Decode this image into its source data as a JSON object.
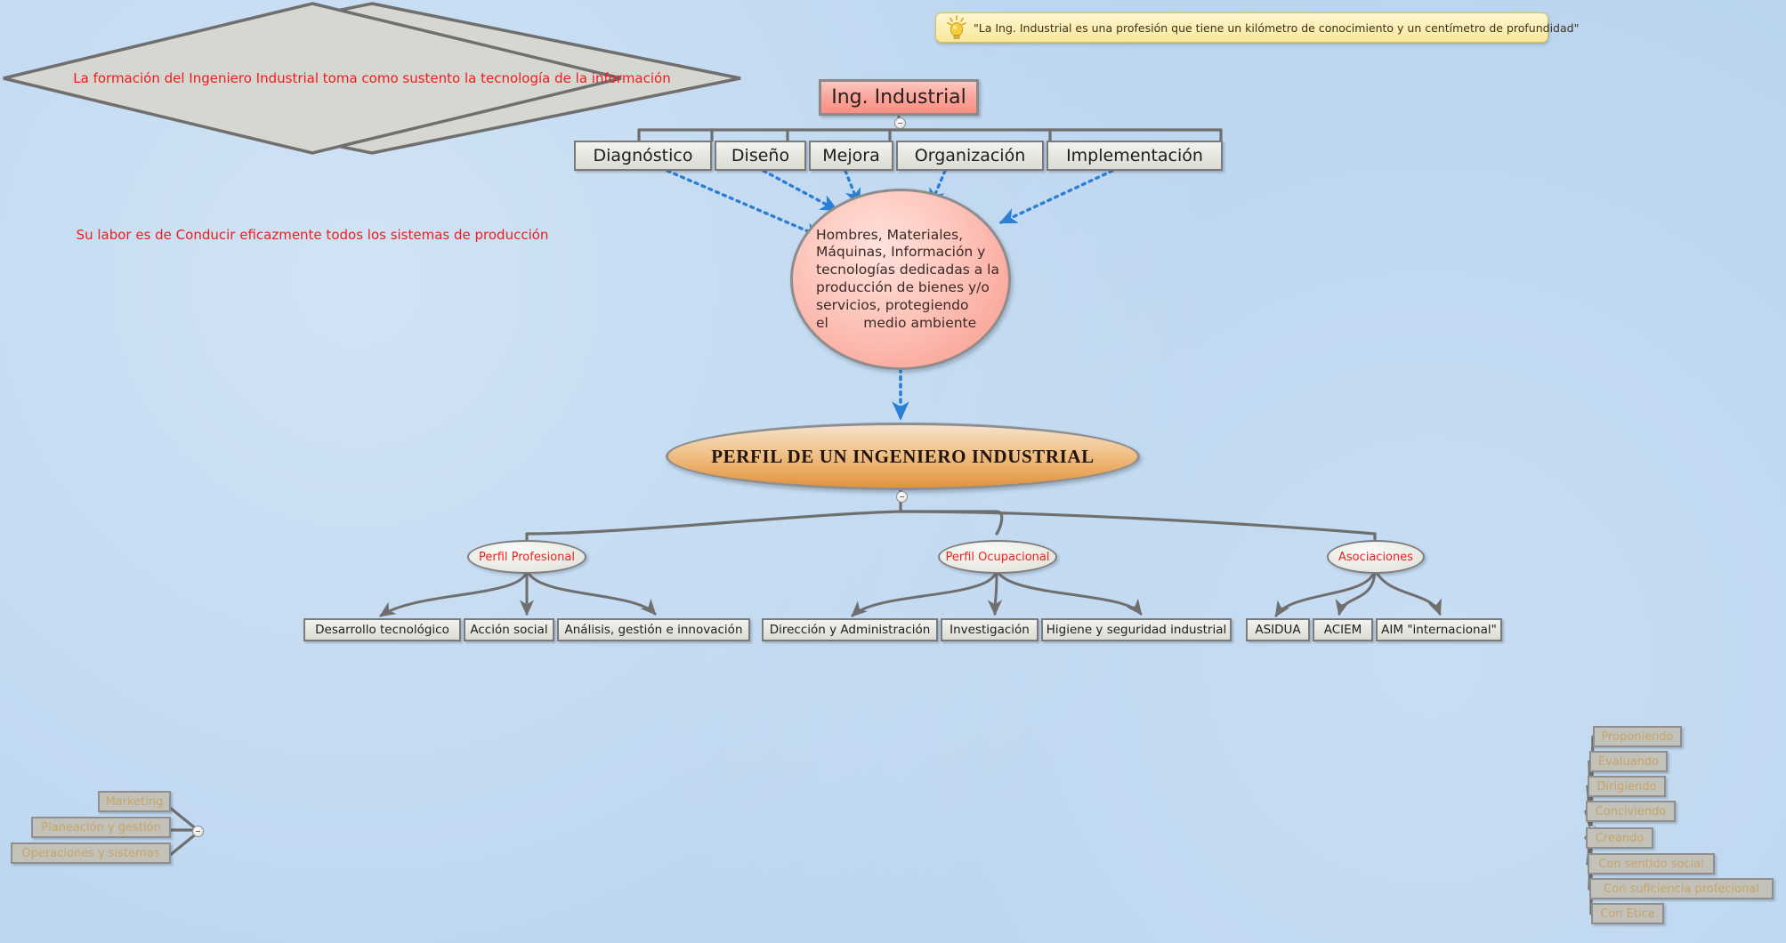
{
  "note": {
    "icon": "lightbulb-icon",
    "text": "\"La Ing. Industrial es una profesión que tiene un kilómetro de conocimiento y un centímetro de profundidad\""
  },
  "root": {
    "label": "Ing. Industrial"
  },
  "phases": [
    {
      "label": "Diagnóstico"
    },
    {
      "label": "Diseño"
    },
    {
      "label": "Mejora"
    },
    {
      "label": "Organización"
    },
    {
      "label": "Implementación"
    }
  ],
  "definition": {
    "lines": [
      "Hombres, Materiales,",
      "Máquinas, Información y",
      "tecnologías dedicadas a la",
      "producción de bienes y/o",
      "servicios, protegiendo",
      "el        medio ambiente"
    ]
  },
  "profile": {
    "label": "PERFIL DE UN INGENIERO INDUSTRIAL"
  },
  "branches": [
    {
      "label": "Perfil Profesional",
      "children": [
        {
          "label": "Desarrollo tecnológico"
        },
        {
          "label": "Acción social"
        },
        {
          "label": "Análisis, gestión e innovación"
        }
      ]
    },
    {
      "label": "Perfil Ocupacional",
      "children": [
        {
          "label": "Dirección y Administración"
        },
        {
          "label": "Investigación"
        },
        {
          "label": "Higiene y seguridad industrial"
        }
      ]
    },
    {
      "label": "Asociaciones",
      "children": [
        {
          "label": "ASIDUA"
        },
        {
          "label": "ACIEM"
        },
        {
          "label": "AIM  \"internacional\""
        }
      ]
    }
  ],
  "left_statement": {
    "text": "La formación del Ingeniero Industrial toma como sustento la tecnología de la información",
    "labels": [
      {
        "label": "Marketing"
      },
      {
        "label": "Planeación y gestión"
      },
      {
        "label": "Operaciones y sistemas"
      }
    ]
  },
  "right_statement": {
    "text": "Su labor es de Conducir eficazmente todos los sistemas de producción",
    "labels": [
      {
        "label": "Proponiendo"
      },
      {
        "label": "Evaluando"
      },
      {
        "label": "Dirigiendo"
      },
      {
        "label": "Conciviendo"
      },
      {
        "label": "Creando"
      },
      {
        "label": "Con sentido social"
      },
      {
        "label": "Con suficiencia profecional"
      },
      {
        "label": "Con Etica"
      }
    ]
  },
  "colors": {
    "background": "#b9d4ef",
    "root_fill": "#fba89e",
    "profile_fill": "#e8a458",
    "red_text": "#ee1c1c",
    "tan_text": "#c9a469",
    "arrow_blue": "#2a7fd4",
    "connector_gray": "#6f6f6f",
    "note_fill": "#fcefb4"
  }
}
